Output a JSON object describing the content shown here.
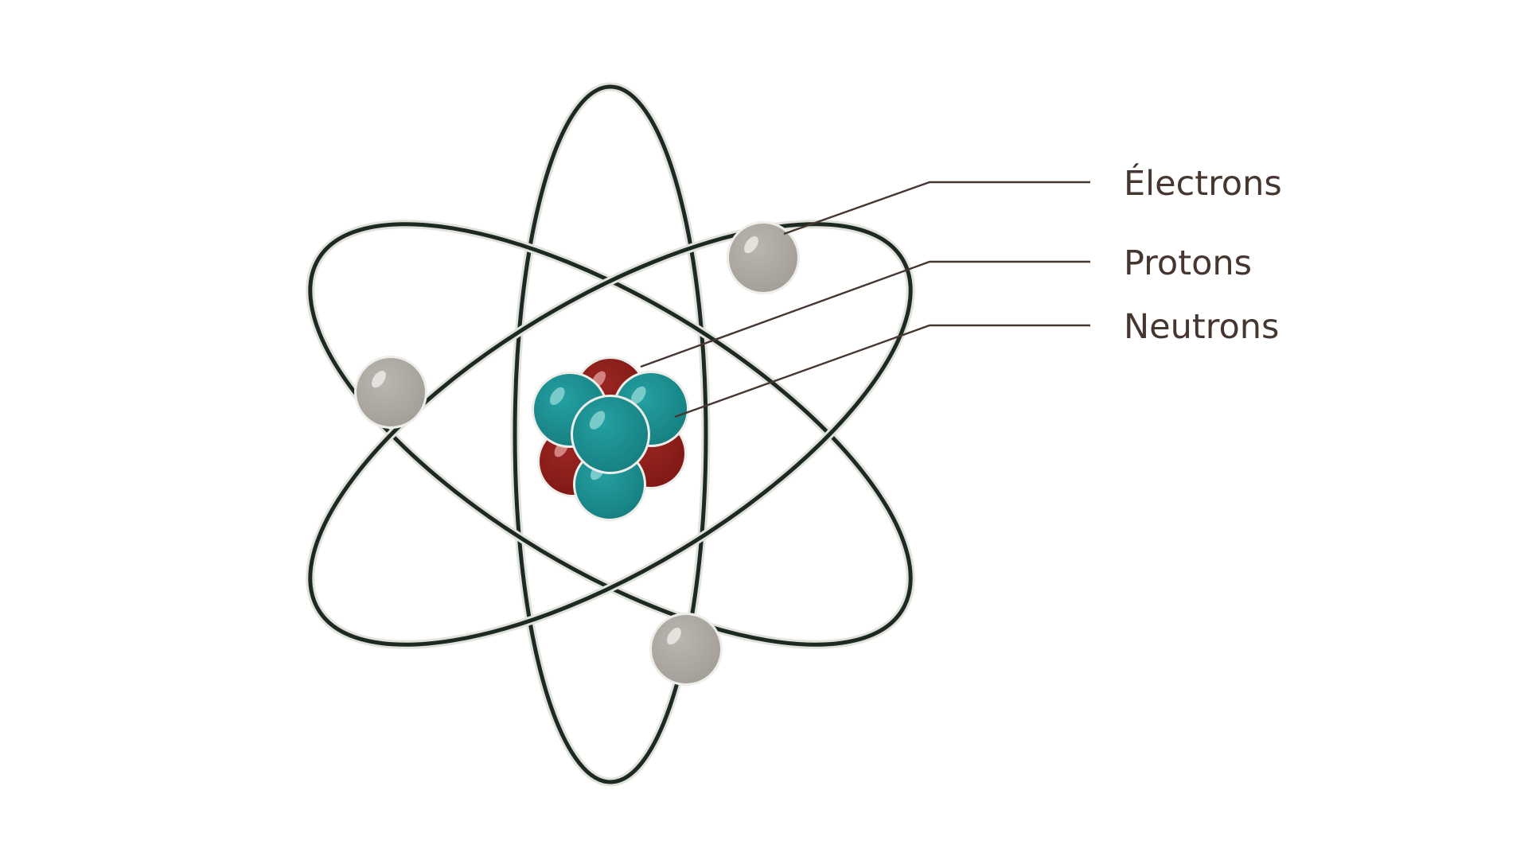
{
  "labels": {
    "electrons": "Électrons",
    "protons": "Protons",
    "neutrons": "Neutrons"
  },
  "colors": {
    "background": "#ffffff",
    "orbit": "#1c2a21",
    "orbit_halo": "#e2e2dd",
    "electron": "#aaa59f",
    "proton": "#8e1d1a",
    "neutron": "#1c9092",
    "leader_line": "#45362f",
    "label_text": "#45362f"
  },
  "parts": [
    {
      "name": "electron",
      "count": 3
    },
    {
      "name": "proton",
      "count": 4
    },
    {
      "name": "neutron",
      "count": 4
    }
  ]
}
